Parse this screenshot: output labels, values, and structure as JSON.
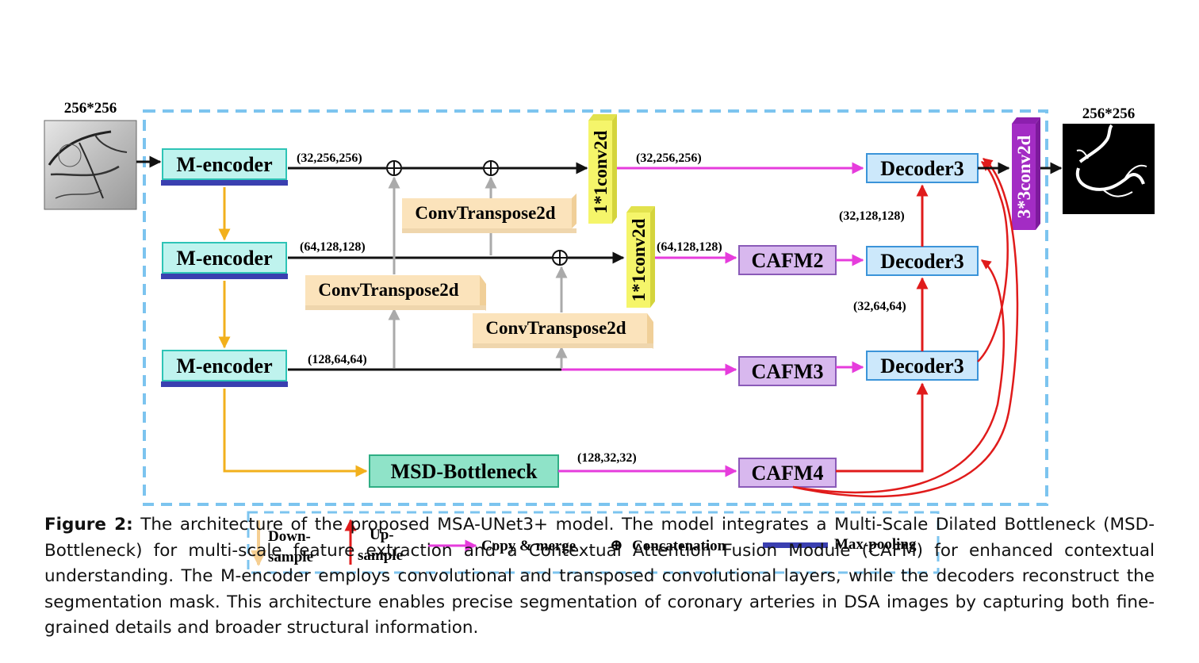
{
  "diagram": {
    "input": {
      "size_label": "256*256"
    },
    "output": {
      "size_label": "256*256"
    },
    "encoders": [
      "M-encoder",
      "M-encoder",
      "M-encoder"
    ],
    "bottleneck": "MSD-Bottleneck",
    "transpose": [
      "ConvTranspose2d",
      "ConvTranspose2d",
      "ConvTranspose2d"
    ],
    "conv1x1": [
      "1*1conv2d",
      "1*1conv2d"
    ],
    "conv3x3": "3*3conv2d",
    "cafm": [
      "CAFM2",
      "CAFM3",
      "CAFM4"
    ],
    "decoders": [
      "Decoder3",
      "Decoder3",
      "Decoder3"
    ],
    "shapes": {
      "enc1": "(32,256,256)",
      "enc1_out": "(32,256,256)",
      "enc2": "(64,128,128)",
      "enc2_out": "(64,128,128)",
      "enc3": "(128,64,64)",
      "bottleneck": "(128,32,32)",
      "dec_up1": "(32,128,128)",
      "dec_up2": "(32,64,64)"
    },
    "colors": {
      "encoder_fill": "#bff3ee",
      "encoder_border": "#2ec4b6",
      "maxpool": "#3a3fb0",
      "bottleneck_fill": "#8fe3c8",
      "bottleneck_border": "#2fae84",
      "transpose_fill": "#fbe3bb",
      "conv1x1_fill": "#f5f56a",
      "conv3x3_fill": "#a32cc4",
      "cafm_fill": "#d8b8ee",
      "decoder_fill": "#cce8fb",
      "decoder_border": "#3b94d9",
      "copy_merge": "#e63cdc",
      "upsample": "#e01b1b",
      "downsample": "#f2b01c",
      "dashed_border": "#7cc4ef"
    }
  },
  "legend": {
    "downsample_1": "Down-",
    "downsample_2": "sample",
    "upsample_1": "Up-",
    "upsample_2": "sample",
    "copy_merge": "Copy & merge",
    "concat_symbol": "⊕",
    "concat": "Concatenation",
    "maxpool": "Max-pooling"
  },
  "caption": {
    "label": "Figure 2:",
    "text": " The architecture of the proposed MSA-UNet3+ model. The model integrates a Multi-Scale Dilated Bottleneck (MSD-Bottleneck) for multi-scale feature extraction and a Contextual Attention Fusion Module (CAFM) for enhanced contextual understanding. The M-encoder employs convolutional and transposed convolutional layers, while the decoders reconstruct the segmentation mask. This architecture enables precise segmentation of coronary arteries in DSA images by capturing both fine-grained details and broader structural information."
  }
}
